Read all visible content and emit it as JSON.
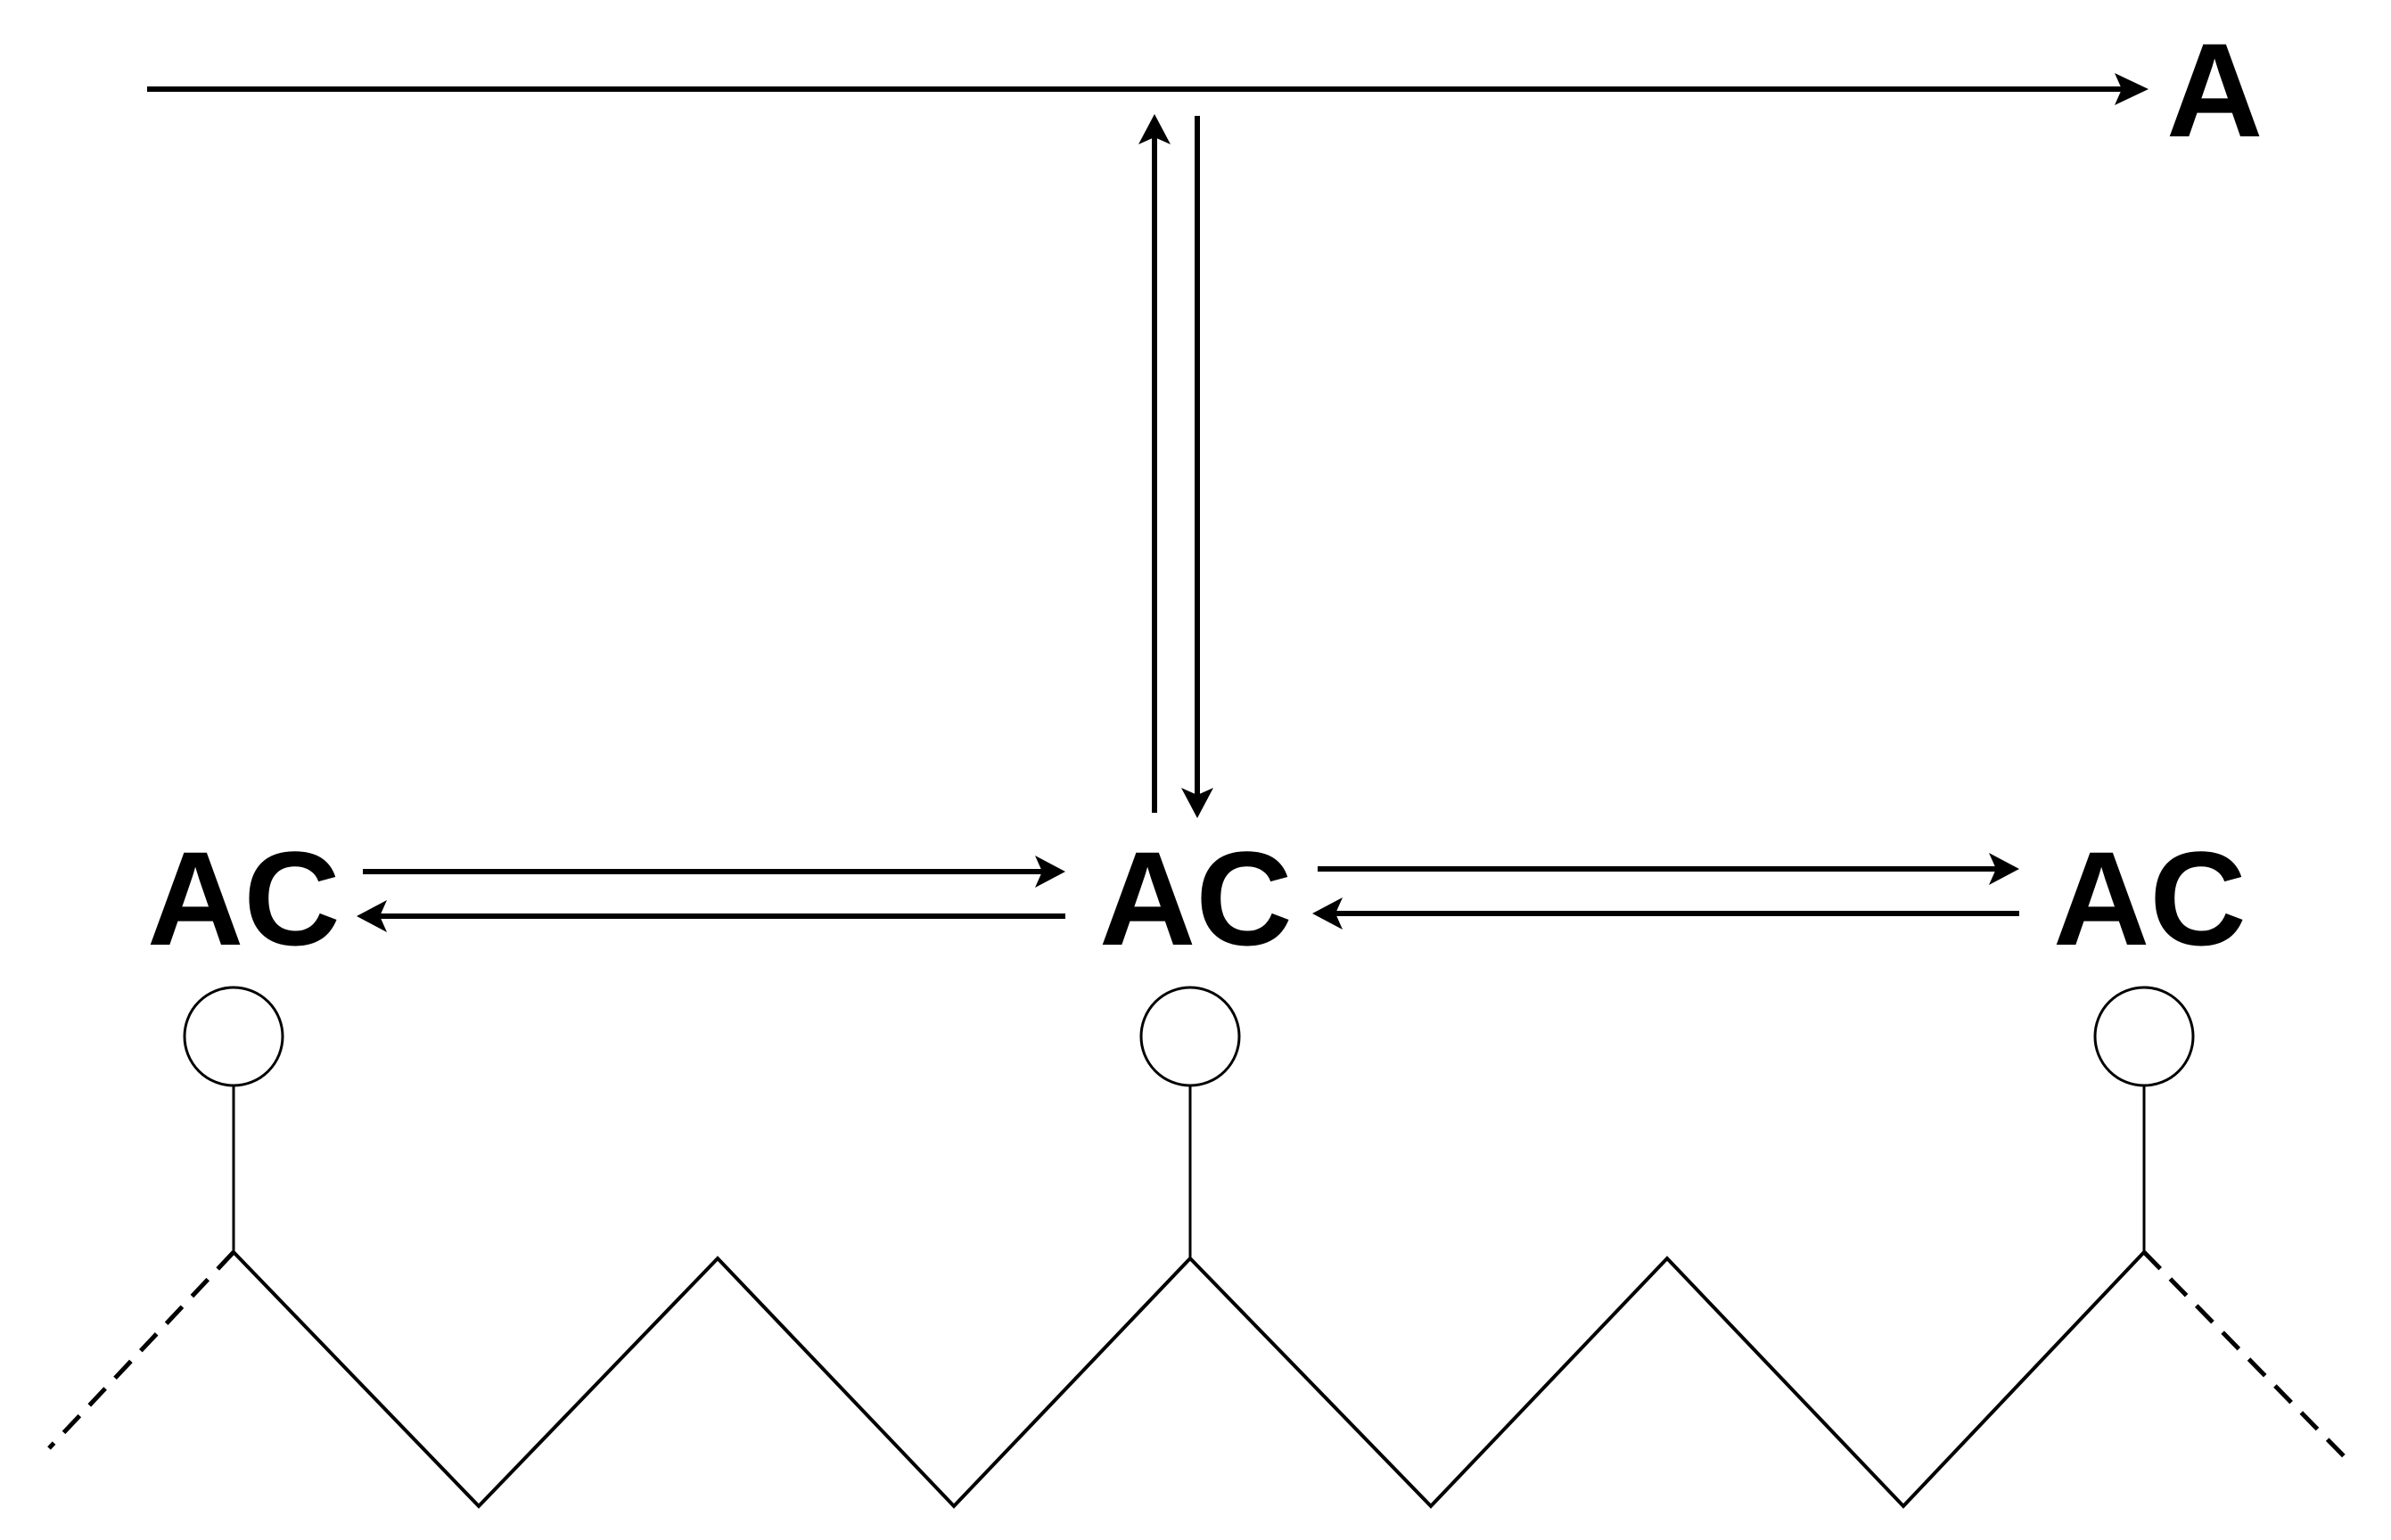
{
  "diagram": {
    "product_label": "A",
    "site_labels": [
      "AC",
      "AC",
      "AC"
    ]
  },
  "colors": {
    "ink": "#000000",
    "background": "#ffffff"
  }
}
